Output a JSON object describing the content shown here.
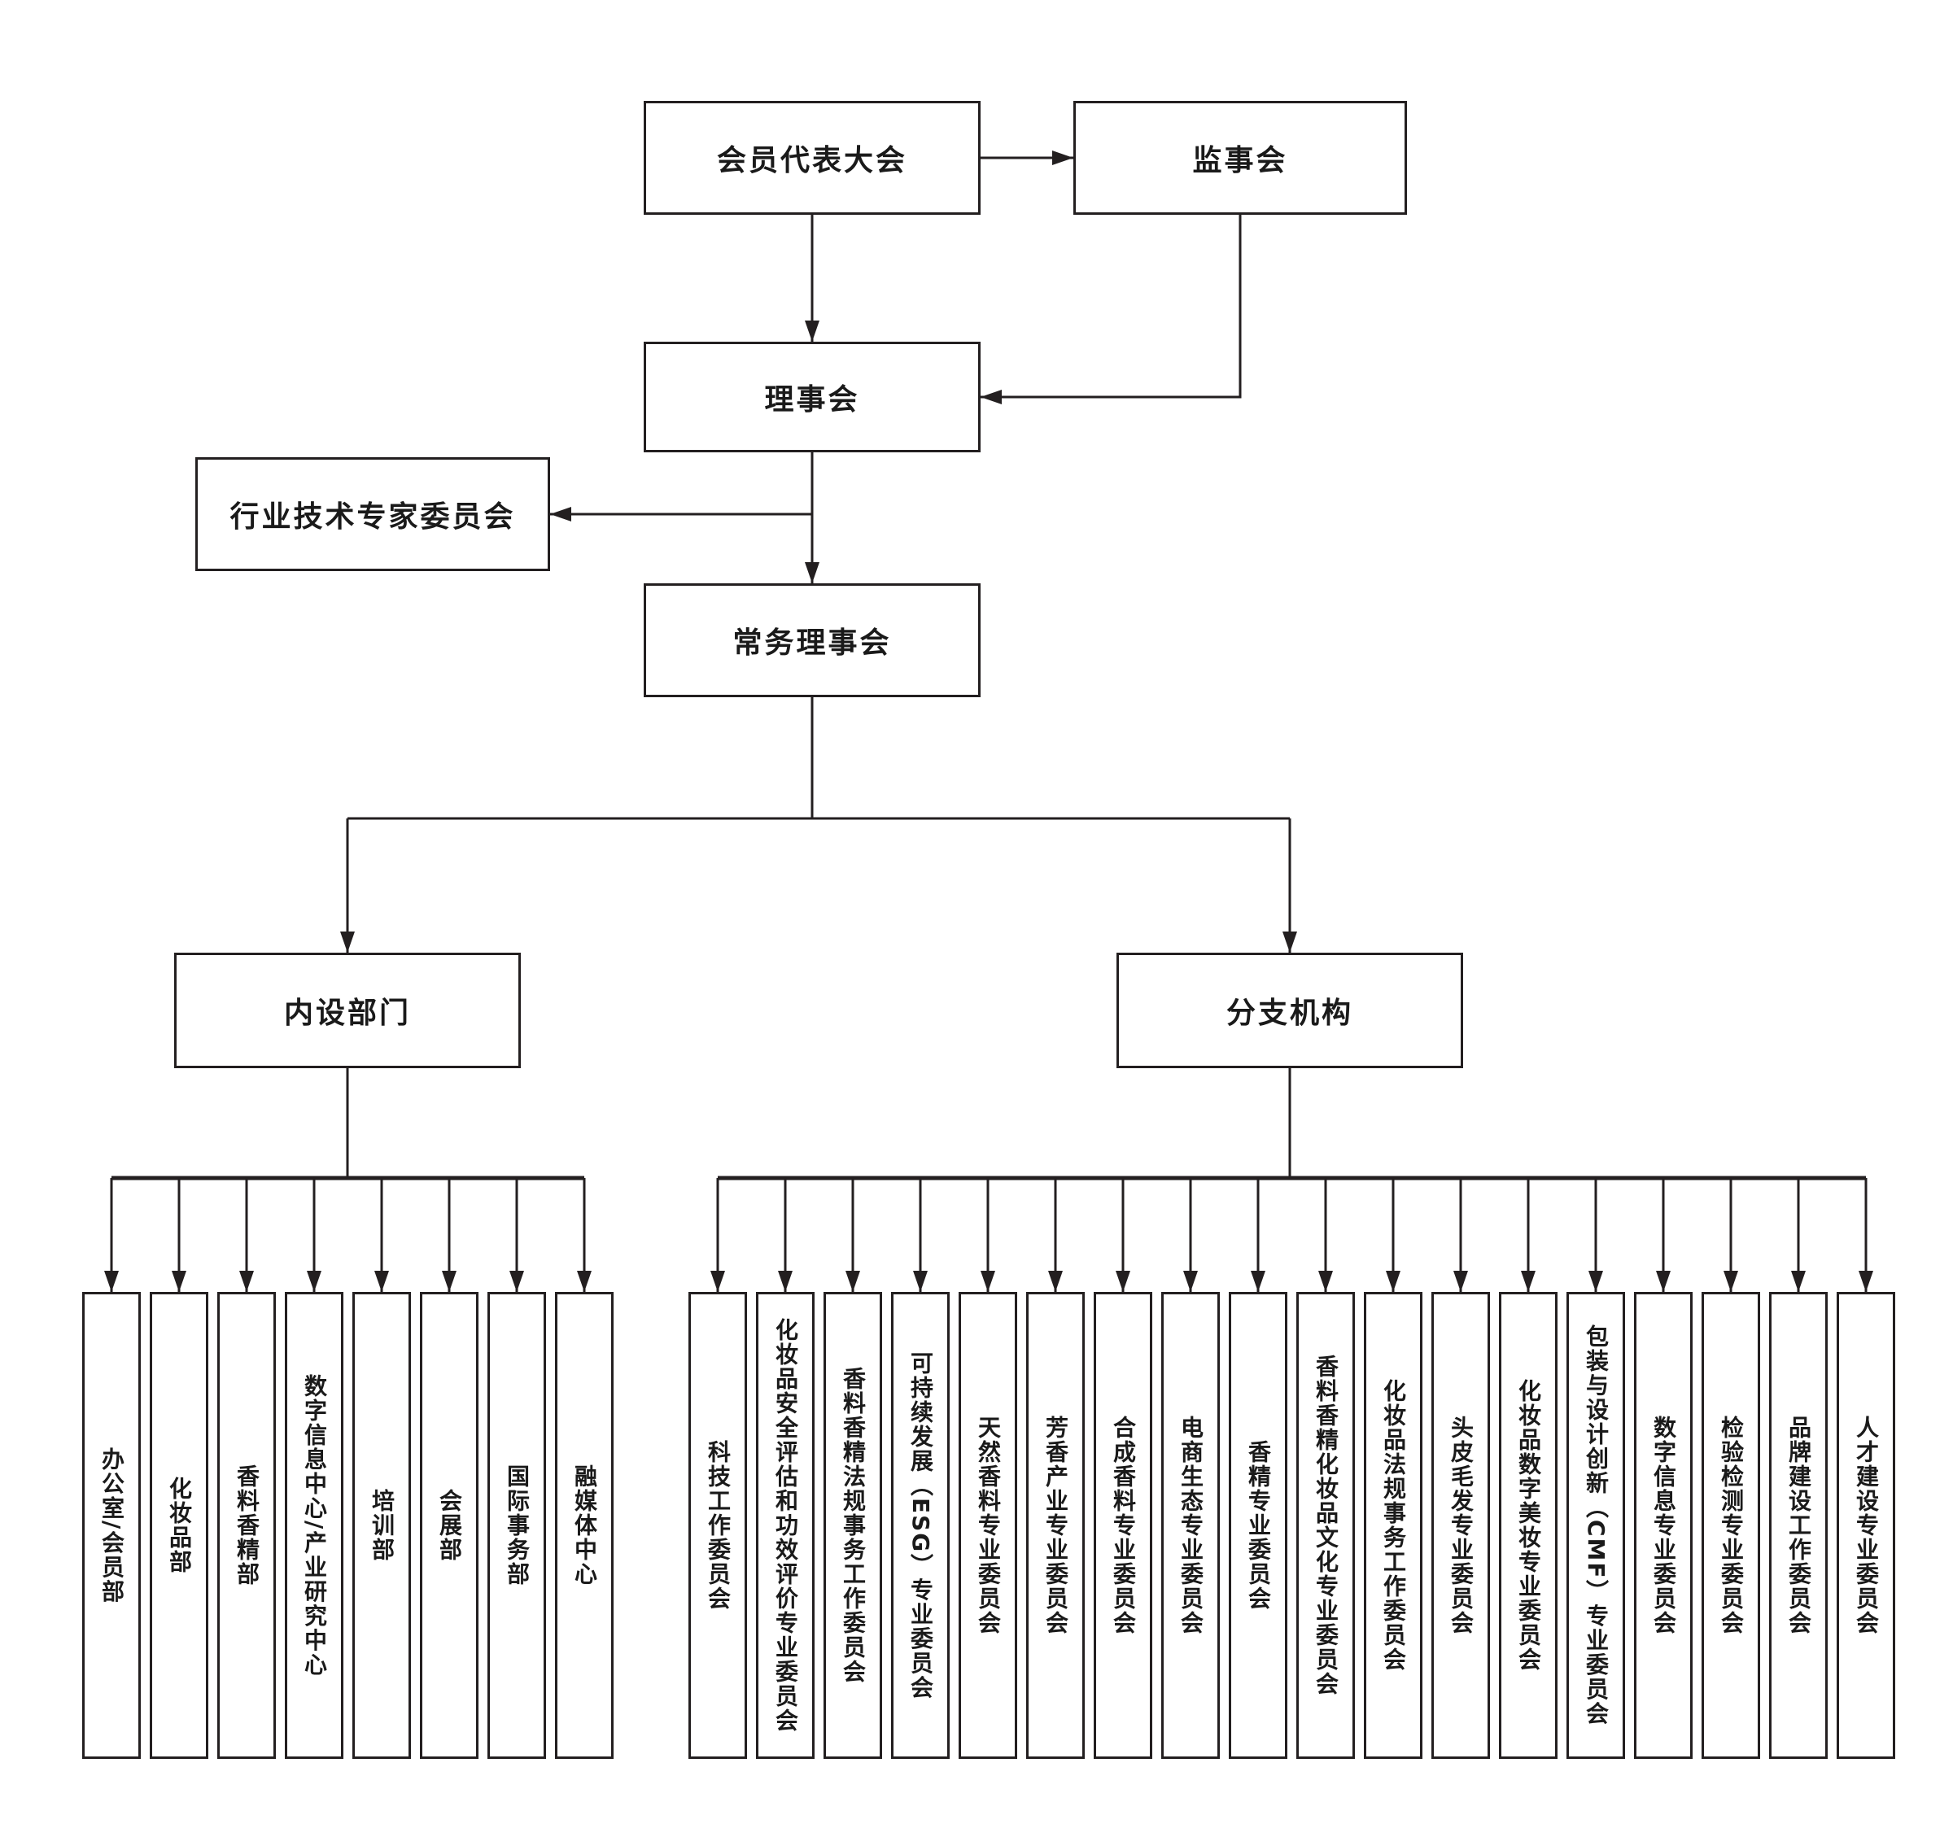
{
  "nodes": {
    "members_congress": "会员代表大会",
    "supervisory_board": "监事会",
    "council": "理事会",
    "expert_committee": "行业技术专家委员会",
    "standing_council": "常务理事会",
    "internal_departments": "内设部门",
    "branch_organizations": "分支机构"
  },
  "internal_departments": {
    "items": [
      "办公室/会员部",
      "化妆品部",
      "香料香精部",
      "数字信息中心/产业研究中心",
      "培训部",
      "会展部",
      "国际事务部",
      "融媒体中心"
    ]
  },
  "branch_organizations": {
    "items": [
      "科技工作委员会",
      "化妆品安全评估和功效评价专业委员会",
      "香料香精法规事务工作委员会",
      "可持续发展（ESG）专业委员会",
      "天然香料专业委员会",
      "芳香产业专业委员会",
      "合成香料专业委员会",
      "电商生态专业委员会",
      "香精专业委员会",
      "香料香精化妆品文化专业委员会",
      "化妆品法规事务工作委员会",
      "头皮毛发专业委员会",
      "化妆品数字美妆专业委员会",
      "包装与设计创新（CMF）专业委员会",
      "数字信息专业委员会",
      "检验检测专业委员会",
      "品牌建设工作委员会",
      "人才建设专业委员会"
    ]
  },
  "colors": {
    "line": "#231f20",
    "background": "#ffffff",
    "text": "#1a1a1a"
  }
}
